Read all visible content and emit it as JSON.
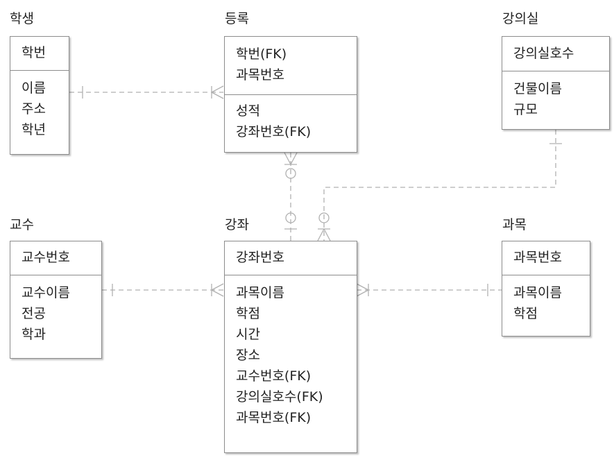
{
  "entities": {
    "student": {
      "title": "학생",
      "keys": [
        "학번"
      ],
      "attributes": [
        "이름",
        "주소",
        "학년"
      ]
    },
    "enroll": {
      "title": "등록",
      "keys": [
        "학번(FK)",
        "과목번호"
      ],
      "attributes": [
        "성적",
        "강좌번호(FK)"
      ]
    },
    "classroom": {
      "title": "강의실",
      "keys": [
        "강의실호수"
      ],
      "attributes": [
        "건물이름",
        "규모"
      ]
    },
    "professor": {
      "title": "교수",
      "keys": [
        "교수번호"
      ],
      "attributes": [
        "교수이름",
        "전공",
        "학과"
      ]
    },
    "lecture": {
      "title": "강좌",
      "keys": [
        "강좌번호"
      ],
      "attributes": [
        "과목이름",
        "학점",
        "시간",
        "장소",
        "교수번호(FK)",
        "강의실호수(FK)",
        "과목번호(FK)"
      ]
    },
    "course": {
      "title": "과목",
      "keys": [
        "과목번호"
      ],
      "attributes": [
        "과목이름",
        "학점"
      ]
    }
  },
  "colors": {
    "line": "#b0b0b0",
    "border": "#8c8c8c",
    "text": "#222222"
  }
}
